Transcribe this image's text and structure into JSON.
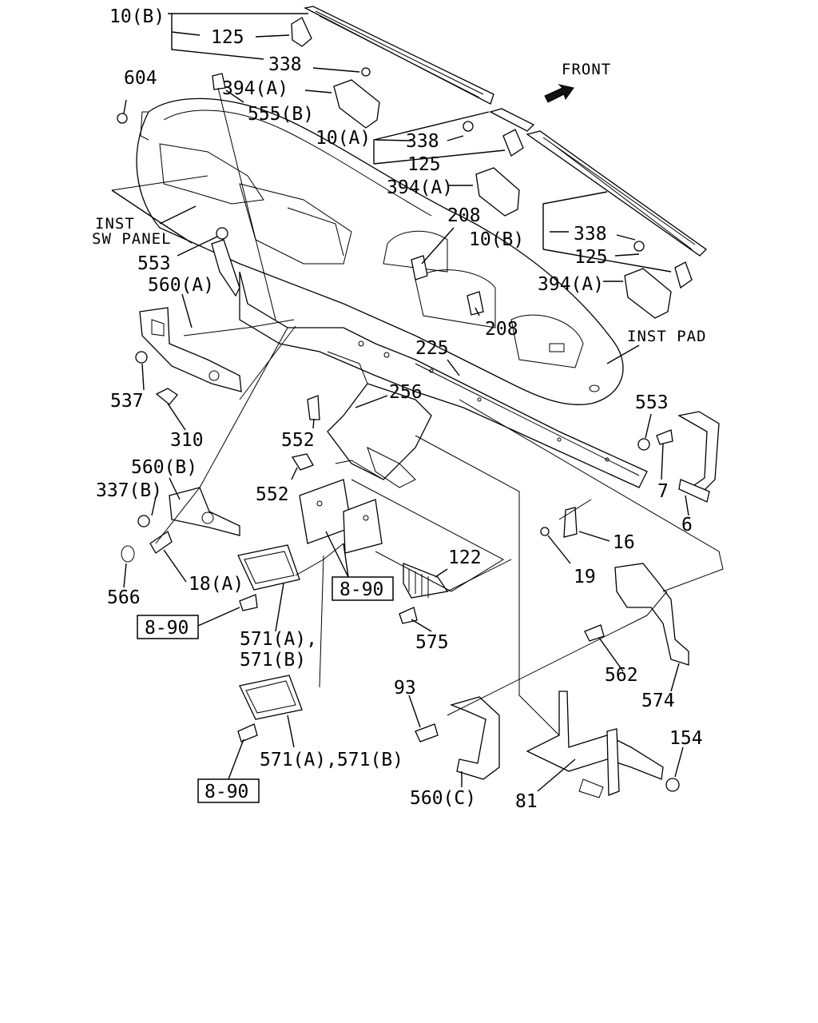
{
  "labels": {
    "l10b_top": "10(B)",
    "l125_top": "125",
    "l338_top": "338",
    "l394a_top": "394(A)",
    "l555b": "555(B)",
    "l604": "604",
    "front": "FRONT",
    "l10a": "10(A)",
    "l338_mid": "338",
    "l125_mid": "125",
    "l394a_mid": "394(A)",
    "inst_sw_panel_1": "INST",
    "inst_sw_panel_2": "SW PANEL",
    "l553_left": "553",
    "l560a": "560(A)",
    "l208_top": "208",
    "l10b_right": "10(B)",
    "l338_right": "338",
    "l125_right": "125",
    "l394a_right": "394(A)",
    "l208_mid": "208",
    "inst_pad": "INST PAD",
    "l225": "225",
    "l537": "537",
    "l256": "256",
    "l553_right": "553",
    "l310": "310",
    "l552_a": "552",
    "l7": "7",
    "l560b": "560(B)",
    "l337b": "337(B)",
    "l552_b": "552",
    "l6": "6",
    "l16": "16",
    "l122": "122",
    "l18a": "18(A)",
    "l566": "566",
    "ref_890_mid": "8-90",
    "l19": "19",
    "ref_890_left": "8-90",
    "l571_1a": "571(A),",
    "l571_1b": "571(B)",
    "l575": "575",
    "l562": "562",
    "l93": "93",
    "l574": "574",
    "l154": "154",
    "l571_2": "571(A),571(B)",
    "ref_890_bottom": "8-90",
    "l560c": "560(C)",
    "l81": "81"
  }
}
